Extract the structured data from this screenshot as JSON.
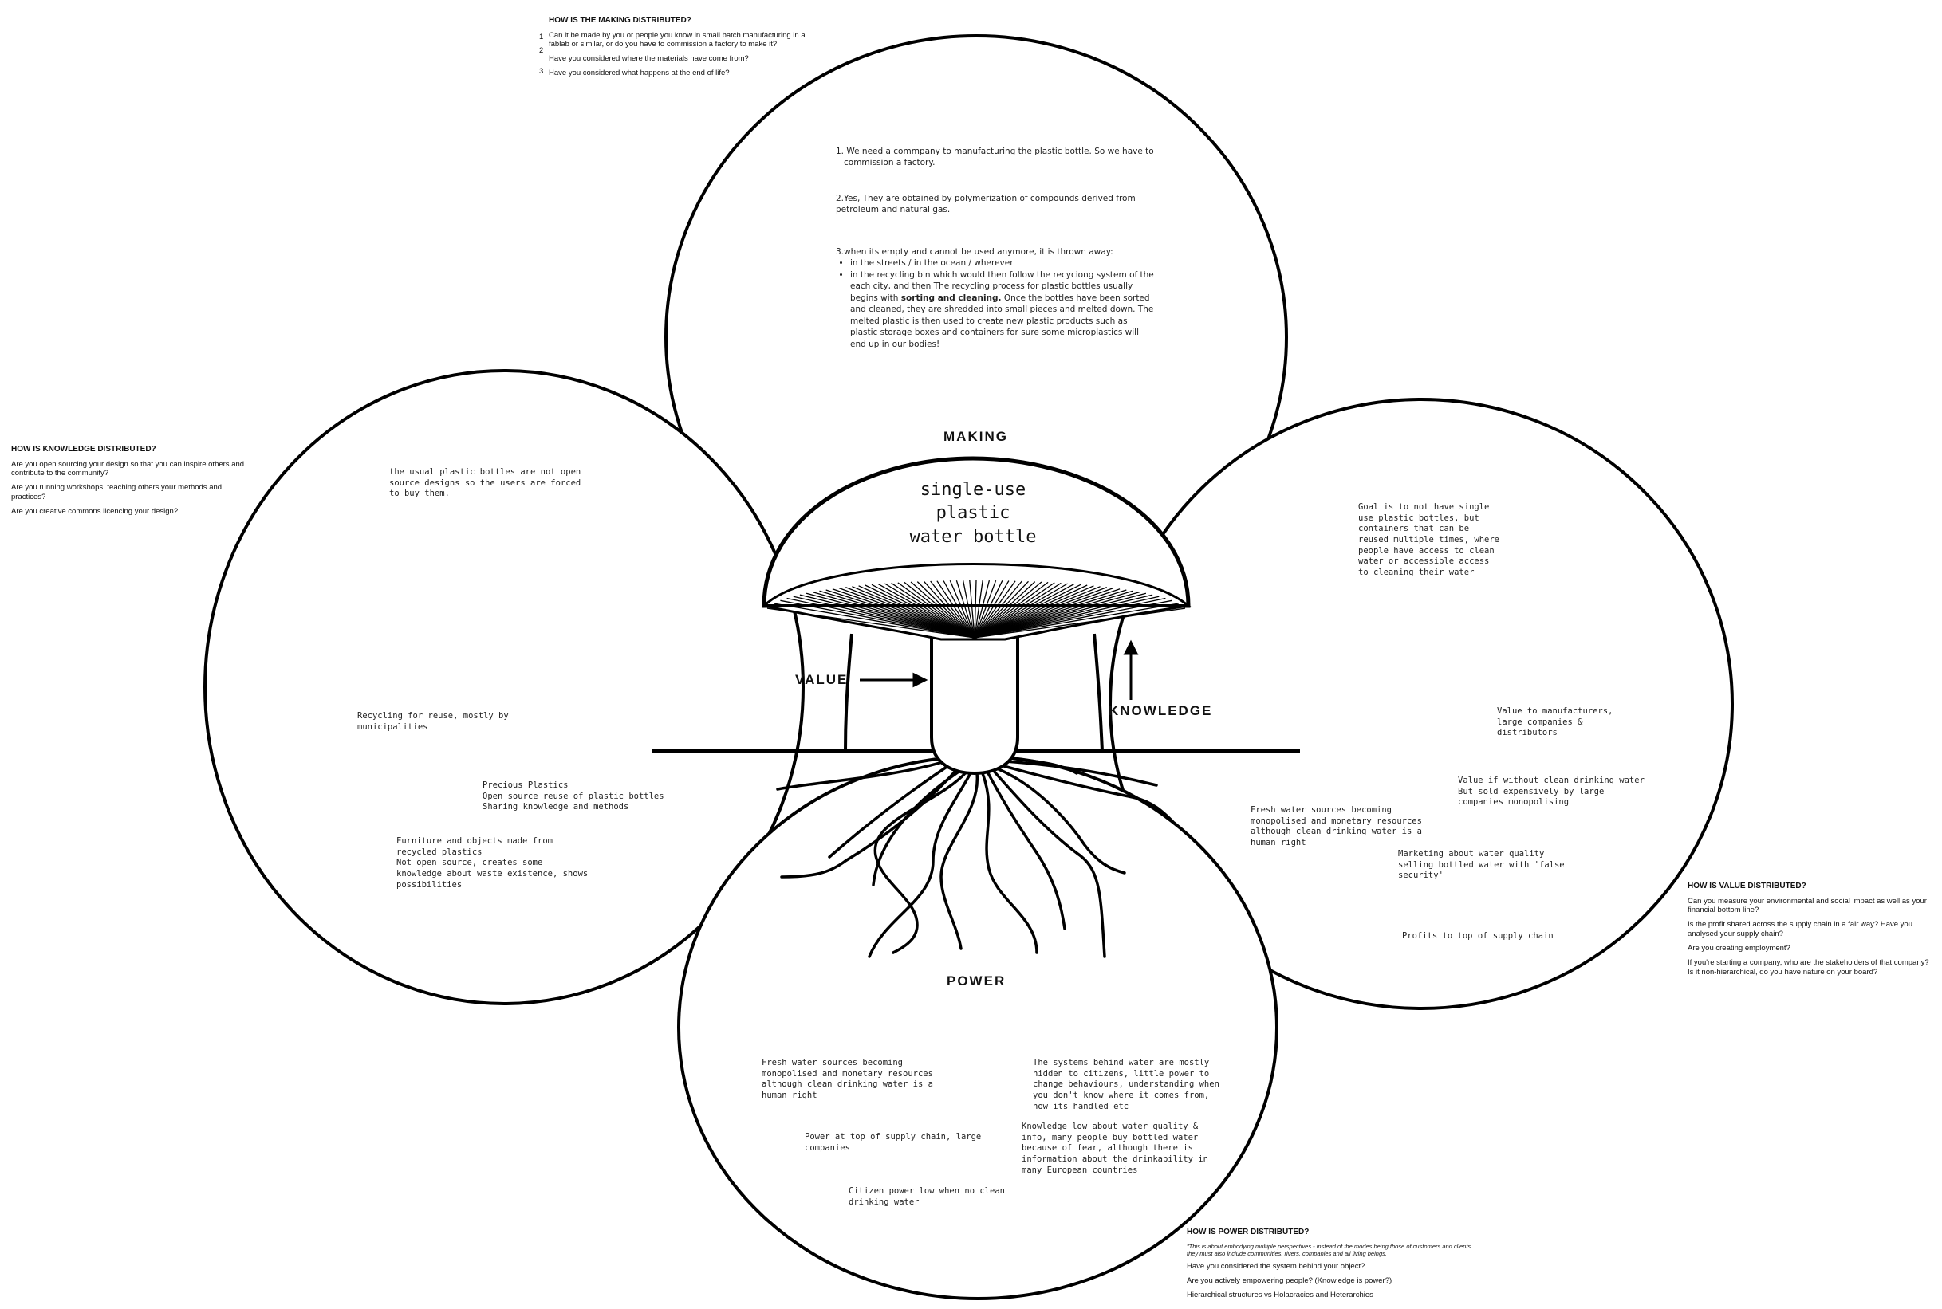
{
  "title": {
    "line1": "single-use",
    "line2": "plastic",
    "line3": "water bottle"
  },
  "labels": {
    "making": "MAKING",
    "value": "VALUE",
    "knowledge": "KNOWLEDGE",
    "power": "POWER"
  },
  "making_questions": {
    "heading": "HOW IS THE MAKING DISTRIBUTED?",
    "n1": "1",
    "n2": "2",
    "n3": "3",
    "q1": "Can it be made by you or people you know in small batch manufacturing in a fablab or similar, or do you have to commission a factory to make it?",
    "q2": "Have you considered where the materials have come from?",
    "q3": "Have you considered what happens at the end of life?"
  },
  "knowledge_questions": {
    "heading": "HOW IS KNOWLEDGE DISTRIBUTED?",
    "q1": "Are you open sourcing your design so that you can inspire others and contribute to the community?",
    "q2": "Are you running workshops, teaching others your methods and practices?",
    "q3": "Are you creative commons licencing your design?"
  },
  "value_questions": {
    "heading": "HOW IS VALUE DISTRIBUTED?",
    "q1": "Can you measure your environmental and social impact as well as your financial bottom line?",
    "q2": "Is the profit shared across the supply chain in a fair way? Have you analysed your supply chain?",
    "q3": "Are you creating employment?",
    "q4": "If you're starting a company, who are the stakeholders of that company? Is it non-hierarchical, do you have nature on your board?"
  },
  "power_questions": {
    "heading": "HOW IS POWER DISTRIBUTED?",
    "quote": "\"This is about embodying multiple perspectives - instead of the modes being those of customers and clients they must also include communities, rivers, companies and all living beings.",
    "q1": "Have you considered the system behind your object?",
    "q2": "Are you actively empowering people? (Knowledge is power?)",
    "q3": "Hierarchical structures vs Holacracies and Heterarchies"
  },
  "making_answers": {
    "a1": "1. We need a commpany to manufacturing the plastic bottle. So we have to commission a factory.",
    "a2": "2.Yes, They are obtained by polymerization of compounds derived from petroleum and natural gas.",
    "a3_intro": "3.when its empty and cannot be used anymore, it is thrown away:",
    "a3_b1": "in the streets / in the ocean / wherever",
    "a3_b2_pre": "in the recycling bin which would then follow the recyciong system of the each city, and then The recycling process for plastic bottles usually begins with ",
    "a3_b2_bold": "sorting and cleaning.",
    "a3_b2_post": " Once the bottles have been sorted and cleaned, they are shredded into small pieces and melted down. The melted plastic is then used to create new plastic products such as plastic storage boxes and containers for sure some microplastics will end up in our bodies!"
  },
  "knowledge_notes": {
    "n1": "the usual plastic bottles are not open\nsource designs so the users are forced\nto buy them.",
    "n2": "Recycling for reuse, mostly by\nmunicipalities",
    "n3": "Precious Plastics\nOpen source reuse of plastic bottles\nSharing knowledge and methods",
    "n4": "Furniture and objects made from\nrecycled plastics\nNot open source, creates some\nknowledge about waste existence, shows\npossibilities"
  },
  "value_notes": {
    "n1": "Goal is to not have single\nuse plastic bottles, but\ncontainers that can be\nreused multiple times, where\npeople have access to clean\nwater or accessible access\nto cleaning their water",
    "n2": "Value to manufacturers,\nlarge companies &\ndistributors",
    "n3": "Value if without clean drinking water\nBut sold expensively by large\ncompanies monopolising",
    "n4": "Fresh water sources becoming\nmonopolised and monetary resources\nalthough clean drinking water is a\nhuman right",
    "n5": "Marketing about water quality\nselling bottled water with 'false\nsecurity'",
    "n6": "Profits to top of supply chain"
  },
  "power_notes": {
    "n1": "Fresh water sources becoming\nmonopolised and monetary resources\nalthough clean drinking water is a\nhuman right",
    "n2": "The systems behind water are mostly\nhidden to citizens, little power to\nchange behaviours, understanding when\nyou don't know where it comes from,\nhow its handled etc",
    "n3": "Power at top of supply chain, large\ncompanies",
    "n4": "Knowledge low about water quality &\ninfo, many people buy bottled water\nbecause of fear, although there is\ninformation about the drinkability in\nmany European countries",
    "n5": "Citizen power low when no clean\ndrinking water"
  }
}
